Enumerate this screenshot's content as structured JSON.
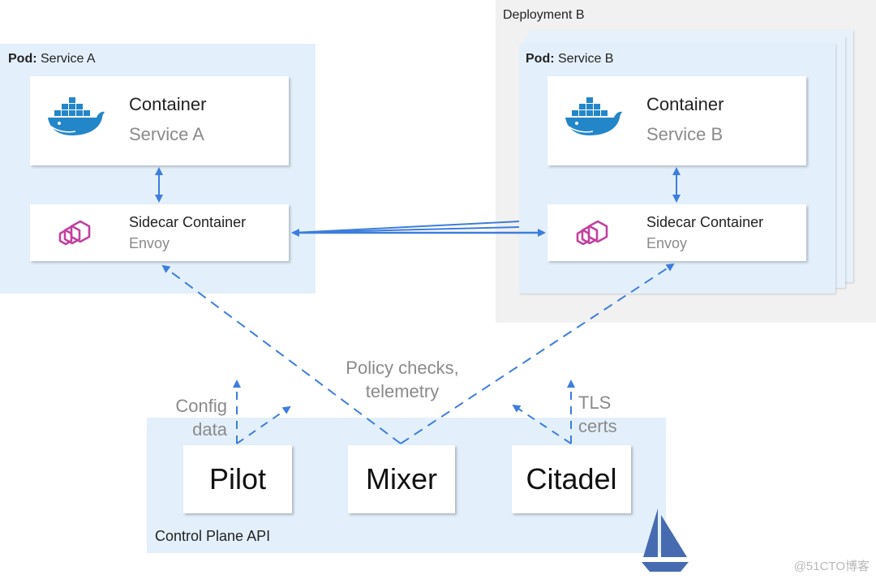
{
  "deployment_b": {
    "label": "Deployment B"
  },
  "pod_a": {
    "label_bold": "Pod:",
    "label_rest": " Service A",
    "container": {
      "title": "Container",
      "subtitle": "Service A",
      "icon": "docker-whale-icon"
    },
    "sidecar": {
      "title": "Sidecar Container",
      "subtitle": "Envoy",
      "icon": "envoy-icon"
    }
  },
  "pod_b": {
    "label_bold": "Pod:",
    "label_rest": " Service B",
    "container": {
      "title": "Container",
      "subtitle": "Service B",
      "icon": "docker-whale-icon"
    },
    "sidecar": {
      "title": "Sidecar Container",
      "subtitle": "Envoy",
      "icon": "envoy-icon"
    }
  },
  "control_plane": {
    "label": "Control Plane API",
    "pilot": "Pilot",
    "mixer": "Mixer",
    "citadel": "Citadel",
    "icon": "istio-sail-icon"
  },
  "annotations": {
    "config_line1": "Config",
    "config_line2": "data",
    "policy_line1": "Policy checks,",
    "policy_line2": "telemetry",
    "tls_line1": "TLS",
    "tls_line2": "certs"
  },
  "watermark": "@51CTO博客",
  "colors": {
    "pod_bg": "#e3f0fb",
    "deployment_bg": "#f1f1f1",
    "arrow": "#3d7ddd",
    "envoy": "#c2419f",
    "docker": "#2386c9",
    "istio": "#466bb0"
  }
}
